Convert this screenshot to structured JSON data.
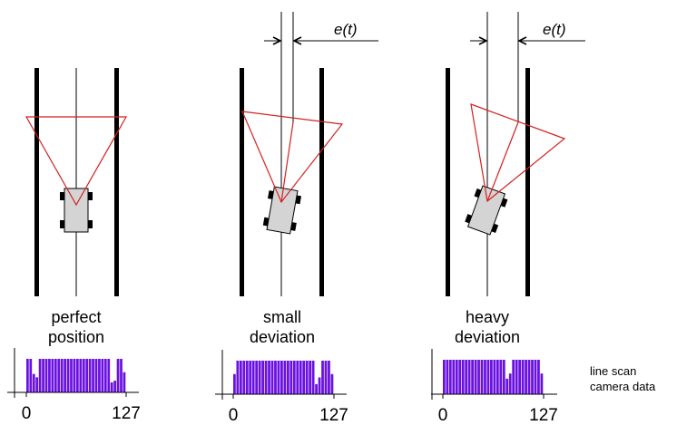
{
  "panels": [
    {
      "label_line1": "perfect",
      "label_line2": "position"
    },
    {
      "label_line1": "small",
      "label_line2": "deviation",
      "error_label": "e(t)"
    },
    {
      "label_line1": "heavy",
      "label_line2": "deviation",
      "error_label": "e(t)"
    }
  ],
  "side_label": {
    "line1": "line scan",
    "line2": "camera data"
  },
  "colors": {
    "bars": "#6a10e0",
    "fov": "#d42020",
    "car": "#d4d4d4"
  },
  "chart_data": [
    {
      "type": "bar",
      "title": "perfect position",
      "xlabel": "",
      "ylabel": "",
      "x_ticks": [
        "0",
        "127"
      ],
      "xlim": [
        0,
        127
      ],
      "ylim": [
        0,
        1
      ],
      "values": [
        1,
        1,
        0.55,
        0.45,
        1,
        1,
        1,
        1,
        1,
        1,
        1,
        1,
        1,
        1,
        1,
        1,
        1,
        1,
        1,
        1,
        1,
        1,
        1,
        1,
        1,
        1,
        1,
        0.3,
        0.35,
        1,
        1,
        0.6
      ]
    },
    {
      "type": "bar",
      "title": "small deviation",
      "xlabel": "",
      "ylabel": "",
      "x_ticks": [
        "0",
        "127"
      ],
      "xlim": [
        0,
        127
      ],
      "ylim": [
        0,
        1
      ],
      "values": [
        0.6,
        1,
        1,
        1,
        1,
        1,
        1,
        1,
        1,
        1,
        1,
        1,
        1,
        1,
        1,
        1,
        1,
        1,
        1,
        1,
        1,
        1,
        1,
        1,
        1,
        1,
        0.3,
        0.5,
        1,
        1,
        1,
        0.6
      ]
    },
    {
      "type": "bar",
      "title": "heavy deviation",
      "xlabel": "",
      "ylabel": "",
      "x_ticks": [
        "0",
        "127"
      ],
      "xlim": [
        0,
        127
      ],
      "ylim": [
        0,
        1
      ],
      "values": [
        1,
        1,
        1,
        1,
        1,
        1,
        1,
        1,
        1,
        1,
        1,
        1,
        1,
        1,
        1,
        1,
        1,
        1,
        1,
        1,
        0.45,
        0.6,
        1,
        1,
        1,
        1,
        1,
        1,
        1,
        1,
        1,
        0.6
      ]
    }
  ]
}
